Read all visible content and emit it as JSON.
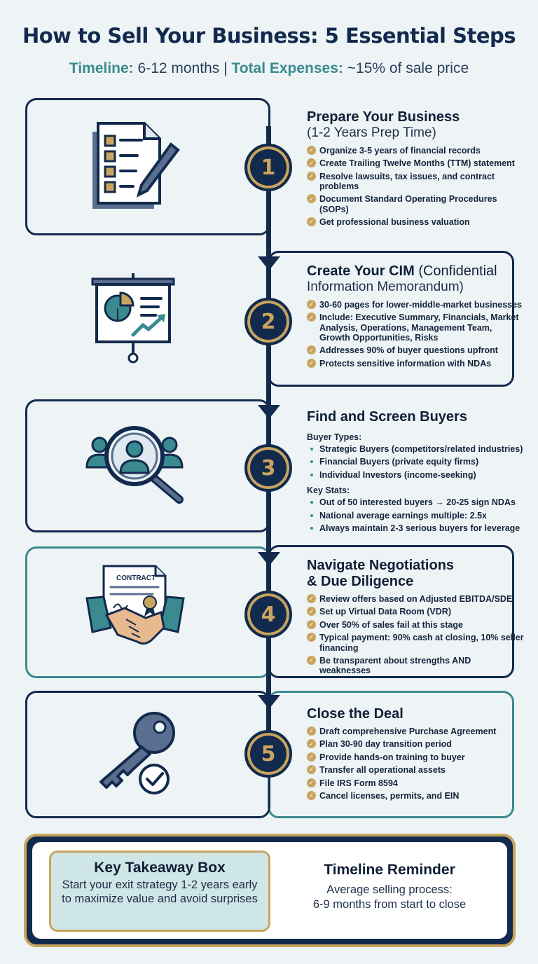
{
  "header": {
    "title": "How to Sell Your Business: 5 Essential Steps",
    "timeline_label": "Timeline:",
    "timeline_value": "6-12 months",
    "separator": "|",
    "expenses_label": "Total Expenses:",
    "expenses_value": "~15% of sale price"
  },
  "steps": [
    {
      "number": "1",
      "title": "Prepare Your Business",
      "subtitle": "(1-2 Years Prep Time)",
      "items": [
        "Organize 3-5 years of financial records",
        "Create Trailing Twelve Months (TTM) statement",
        "Resolve lawsuits, tax issues, and contract problems",
        "Document Standard Operating Procedures (SOPs)",
        "Get professional business valuation"
      ]
    },
    {
      "number": "2",
      "title": "Create Your CIM",
      "title_light": "(Confidential",
      "subtitle": "Information Memorandum)",
      "items": [
        "30-60 pages for lower-middle-market businesses",
        "Include: Executive Summary, Financials, Market Analysis, Operations, Management Team, Growth Opportunities, Risks",
        "Addresses 90% of buyer questions upfront",
        "Protects sensitive information with NDAs"
      ]
    },
    {
      "number": "3",
      "title": "Find and Screen Buyers",
      "group1_label": "Buyer Types:",
      "group1": [
        "Strategic Buyers (competitors/related industries)",
        "Financial Buyers (private equity firms)",
        "Individual Investors (income-seeking)"
      ],
      "group2_label": "Key Stats:",
      "group2": [
        "Out of 50 interested buyers → 20-25 sign NDAs",
        "National average earnings multiple: 2.5x",
        "Always maintain 2-3 serious buyers for leverage"
      ]
    },
    {
      "number": "4",
      "title": "Navigate Negotiations",
      "title2": "& Due Diligence",
      "contract_label": "CONTRACT",
      "items": [
        "Review offers based on Adjusted EBITDA/SDE",
        "Set up Virtual Data Room (VDR)",
        "Over 50% of sales fail at this stage",
        "Typical payment: 90% cash at closing, 10% seller financing",
        "Be transparent about strengths AND weaknesses"
      ]
    },
    {
      "number": "5",
      "title": "Close the Deal",
      "items": [
        "Draft comprehensive Purchase Agreement",
        "Plan 30-90 day transition period",
        "Provide hands-on training to buyer",
        "Transfer all operational assets",
        "File IRS Form 8594",
        "Cancel licenses, permits, and EIN"
      ]
    }
  ],
  "takeaway": {
    "title": "Key Takeaway Box",
    "text": "Start your exit strategy 1-2 years early to maximize value and avoid surprises"
  },
  "reminder": {
    "title": "Timeline Reminder",
    "line1": "Average selling process:",
    "line2": "6-9 months from start to close"
  },
  "colors": {
    "navy": "#122a4d",
    "gold": "#c8a45e",
    "teal": "#3a8a8f"
  }
}
